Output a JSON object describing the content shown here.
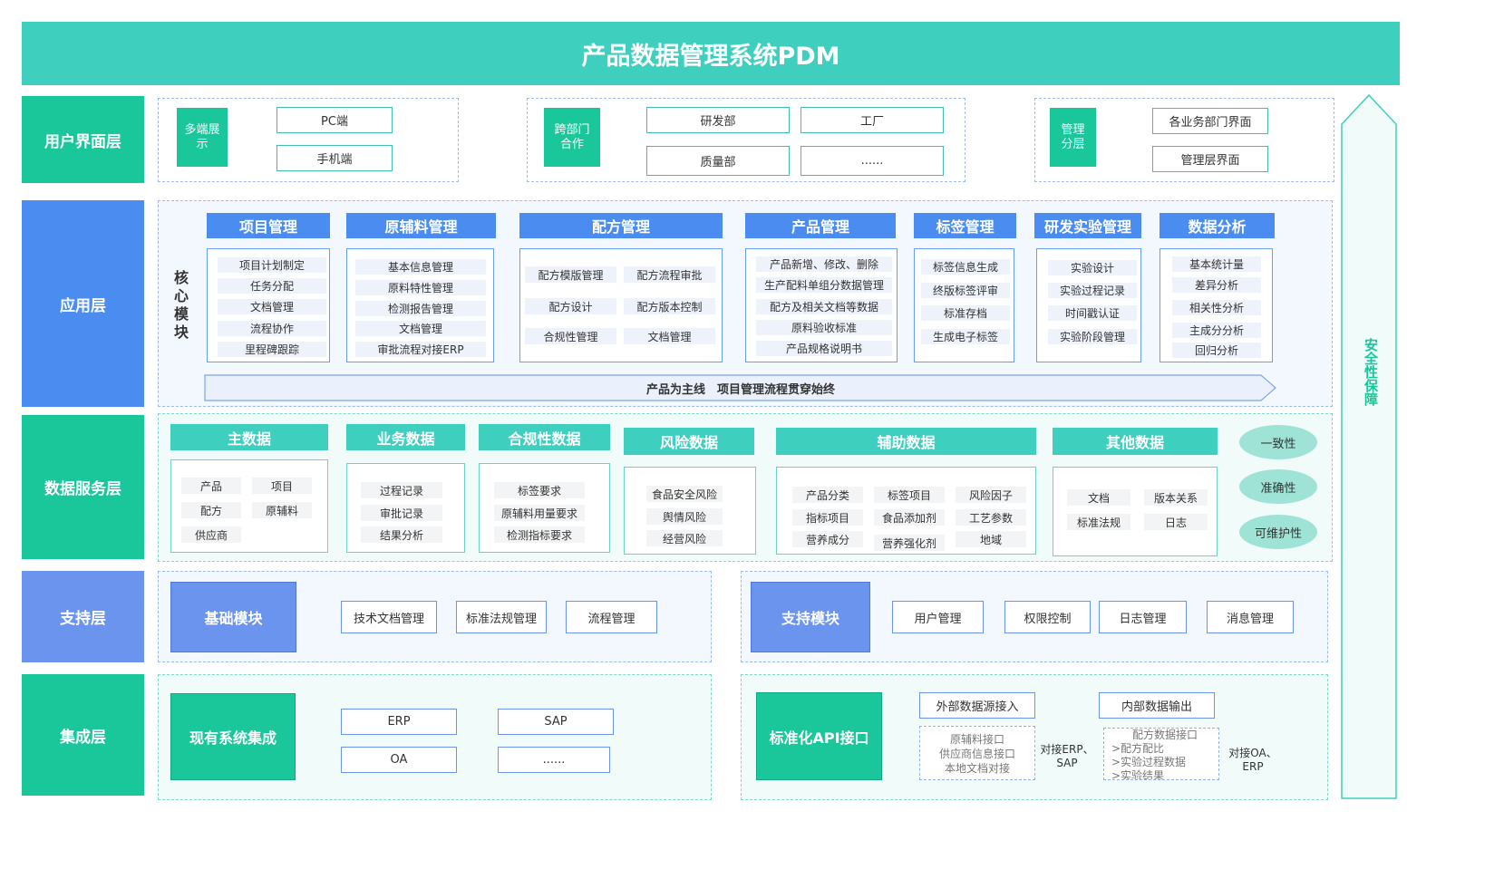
{
  "title": "产品数据管理系统PDM",
  "layers": {
    "ui": "用户界面层",
    "app": "应用层",
    "data": "数据服务层",
    "support": "支持层",
    "integration": "集成层"
  },
  "security_label": "安全性保障",
  "ui_layer": {
    "g1": {
      "tag": "多端展示",
      "items": [
        "PC端",
        "手机端"
      ]
    },
    "g2": {
      "tag": "跨部门合作",
      "items": [
        "研发部",
        "工厂",
        "质量部",
        "......"
      ]
    },
    "g3": {
      "tag": "管理分层",
      "items": [
        "各业务部门界面",
        "管理层界面"
      ]
    }
  },
  "app_layer": {
    "core_label": "核心模块",
    "modules": [
      {
        "title": "项目管理",
        "items": [
          "项目计划制定",
          "任务分配",
          "文档管理",
          "流程协作",
          "里程碑跟踪"
        ]
      },
      {
        "title": "原辅料管理",
        "items": [
          "基本信息管理",
          "原料特性管理",
          "检测报告管理",
          "文档管理",
          "审批流程对接ERP"
        ]
      },
      {
        "title": "配方管理",
        "items": [
          "配方模版管理",
          "配方流程审批",
          "配方设计",
          "配方版本控制",
          "合规性管理",
          "文档管理"
        ]
      },
      {
        "title": "产品管理",
        "items": [
          "产品新增、修改、删除",
          "生产配料单组分数据管理",
          "配方及相关文档等数据",
          "原料验收标准",
          "产品规格说明书"
        ]
      },
      {
        "title": "标签管理",
        "items": [
          "标签信息生成",
          "终版标签评审",
          "标准存档",
          "生成电子标签"
        ]
      },
      {
        "title": "研发实验管理",
        "items": [
          "实验设计",
          "实验过程记录",
          "时间戳认证",
          "实验阶段管理"
        ]
      },
      {
        "title": "数据分析",
        "items": [
          "基本统计量",
          "差异分析",
          "相关性分析",
          "主成分分析",
          "回归分析"
        ]
      }
    ],
    "banner": "产品为主线　项目管理流程贯穿始终"
  },
  "data_layer": {
    "groups": [
      {
        "title": "主数据",
        "items": [
          "产品",
          "项目",
          "配方",
          "原辅料",
          "供应商"
        ]
      },
      {
        "title": "业务数据",
        "items": [
          "过程记录",
          "审批记录",
          "结果分析"
        ]
      },
      {
        "title": "合规性数据",
        "items": [
          "标签要求",
          "原辅料用量要求",
          "检测指标要求"
        ]
      },
      {
        "title": "风险数据",
        "items": [
          "食品安全风险",
          "舆情风险",
          "经营风险"
        ]
      },
      {
        "title": "辅助数据",
        "items": [
          "产品分类",
          "标签项目",
          "风险因子",
          "指标项目",
          "食品添加剂",
          "工艺参数",
          "营养成分",
          "营养强化剂",
          "地域"
        ]
      },
      {
        "title": "其他数据",
        "items": [
          "文档",
          "版本关系",
          "标准法规",
          "日志"
        ]
      }
    ],
    "qualities": [
      "一致性",
      "准确性",
      "可维护性"
    ]
  },
  "support_layer": {
    "base": {
      "title": "基础模块",
      "items": [
        "技术文档管理",
        "标准法规管理",
        "流程管理"
      ]
    },
    "support": {
      "title": "支持模块",
      "items": [
        "用户管理",
        "权限控制",
        "日志管理",
        "消息管理"
      ]
    }
  },
  "integration_layer": {
    "existing": {
      "title": "现有系统集成",
      "items": [
        "ERP",
        "SAP",
        "OA",
        "......"
      ]
    },
    "api": {
      "title": "标准化API接口",
      "external": "外部数据源接入",
      "external_list": [
        "原辅料接口",
        "供应商信息接口",
        "本地文档对接"
      ],
      "external_note": "对接ERP、SAP",
      "internal": "内部数据输出",
      "internal_list": [
        "配方数据接口",
        ">配方配比",
        ">实验过程数据",
        ">实验结果"
      ],
      "internal_note": "对接OA、ERP"
    }
  },
  "colors": {
    "title_bar": "#3ecfbe",
    "teal": "#19c79a",
    "blue": "#4a8cf0",
    "light_blue": "#6a94ee"
  }
}
